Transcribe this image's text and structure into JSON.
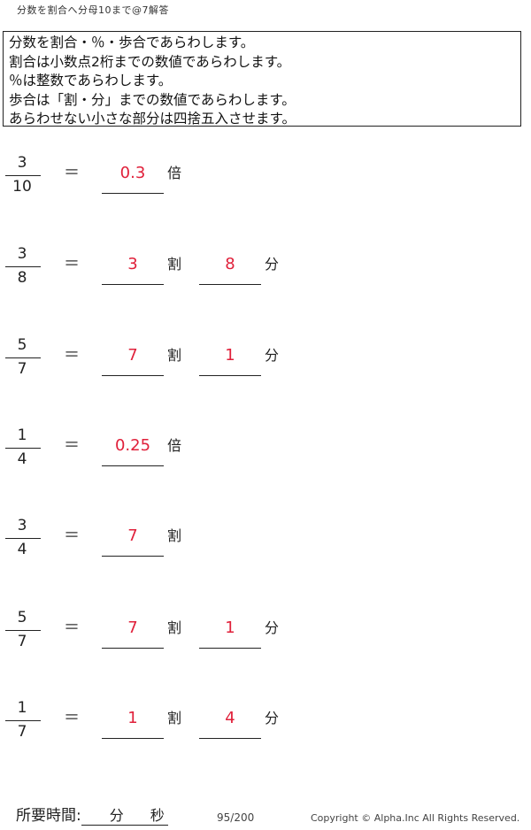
{
  "title": "分数を割合へ分母10まで@7解答",
  "instructions": [
    "分数を割合・％・歩合であらわします。",
    "割合は小数点2桁までの数値であらわします。",
    "％は整数であらわします。",
    "歩合は「割・分」までの数値であらわします。",
    "あらわせない小さな部分は四捨五入させます。"
  ],
  "equals": "＝",
  "problems": [
    {
      "numerator": "3",
      "denominator": "10",
      "answer1": "0.3",
      "unit1": "倍",
      "answer2": "",
      "unit2": ""
    },
    {
      "numerator": "3",
      "denominator": "8",
      "answer1": "3",
      "unit1": "割",
      "answer2": "8",
      "unit2": "分"
    },
    {
      "numerator": "5",
      "denominator": "7",
      "answer1": "7",
      "unit1": "割",
      "answer2": "1",
      "unit2": "分"
    },
    {
      "numerator": "1",
      "denominator": "4",
      "answer1": "0.25",
      "unit1": "倍",
      "answer2": "",
      "unit2": ""
    },
    {
      "numerator": "3",
      "denominator": "4",
      "answer1": "7",
      "unit1": "割",
      "answer2": "",
      "unit2": ""
    },
    {
      "numerator": "5",
      "denominator": "7",
      "answer1": "7",
      "unit1": "割",
      "answer2": "1",
      "unit2": "分"
    },
    {
      "numerator": "1",
      "denominator": "7",
      "answer1": "1",
      "unit1": "割",
      "answer2": "4",
      "unit2": "分"
    }
  ],
  "footer": {
    "time_label": "所要時間:",
    "minutes_label": "分",
    "seconds_label": "秒",
    "page": "95/200",
    "copyright": "Copyright ©  Alpha.Inc All Rights Reserved."
  },
  "colors": {
    "answer": "#e0203a",
    "text": "#222222"
  }
}
